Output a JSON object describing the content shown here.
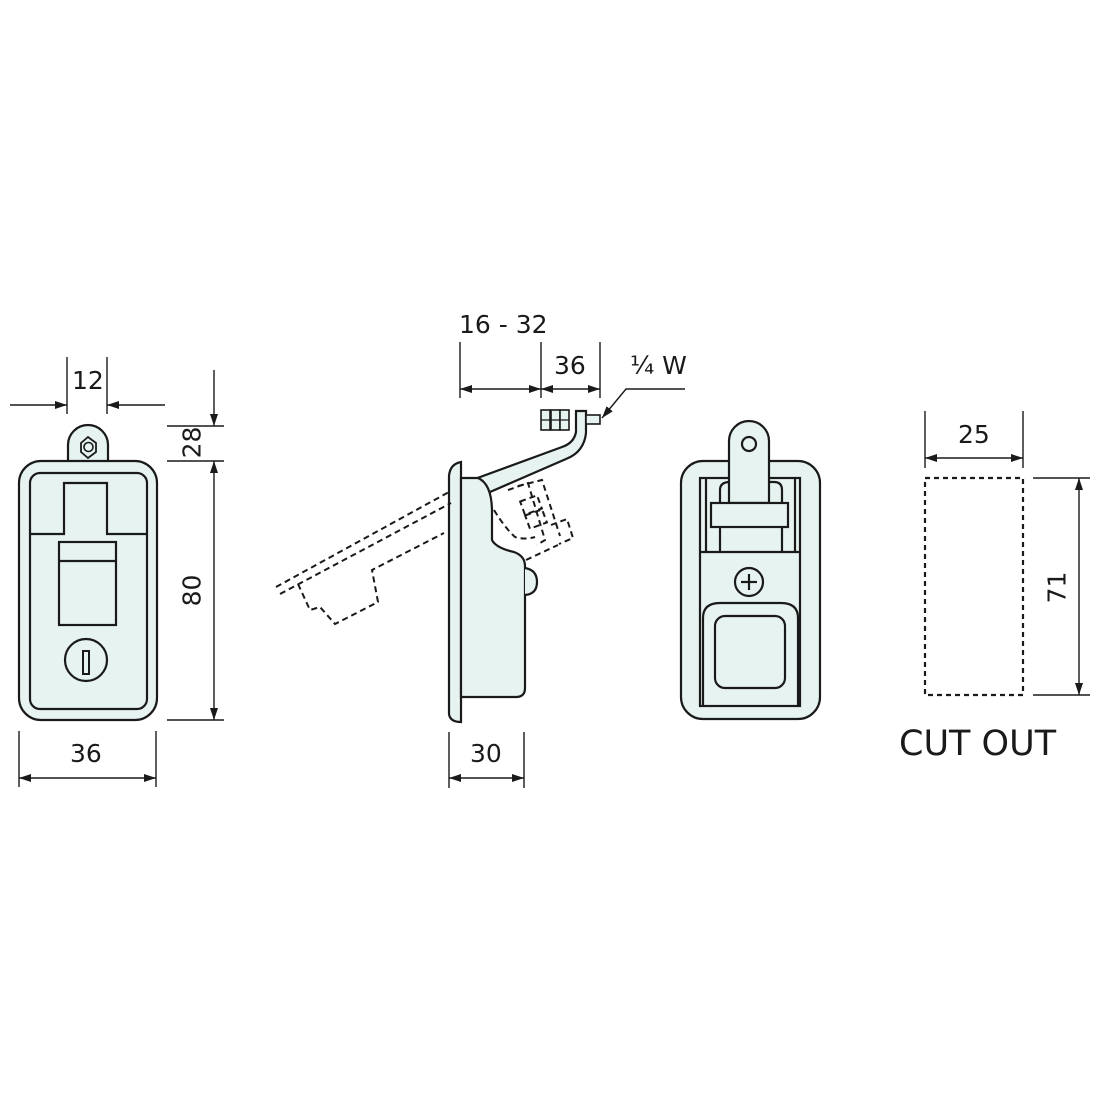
{
  "colors": {
    "fill": "#e6f3f1",
    "stroke": "#1a1a1a",
    "background": "#ffffff"
  },
  "front_view": {
    "dim_width_top": "12",
    "dim_tab_height": "28",
    "dim_height": "80",
    "dim_width": "36"
  },
  "side_view": {
    "dim_grip_range": "16 - 32",
    "dim_arm": "36",
    "dim_thread": "¼ W",
    "dim_depth": "30"
  },
  "rear_view": {},
  "cutout": {
    "dim_width": "25",
    "dim_height": "71",
    "caption": "CUT OUT"
  }
}
